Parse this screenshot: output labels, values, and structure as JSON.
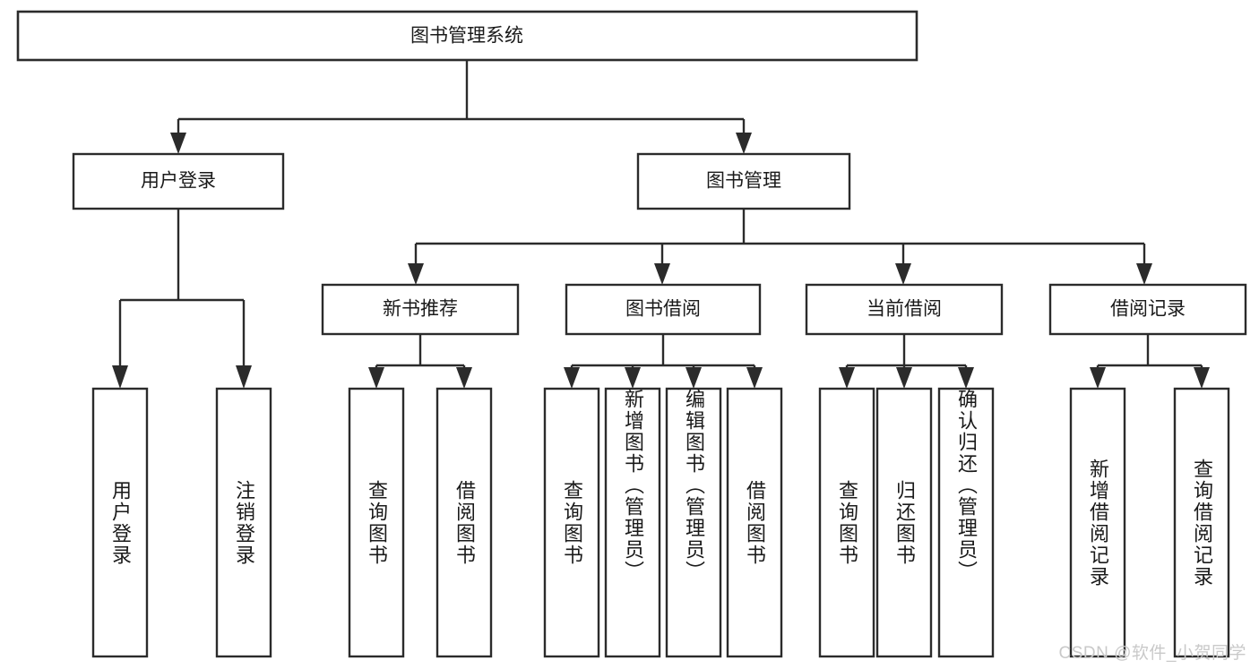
{
  "diagram": {
    "title_node": {
      "label": "图书管理系统"
    },
    "level1": [
      {
        "id": "user-login",
        "label": "用户登录"
      },
      {
        "id": "book-management",
        "label": "图书管理"
      }
    ],
    "level2": [
      {
        "id": "new-book-recommend",
        "label": "新书推荐",
        "parent": "book-management"
      },
      {
        "id": "book-borrow",
        "label": "图书借阅",
        "parent": "book-management"
      },
      {
        "id": "current-borrow",
        "label": "当前借阅",
        "parent": "book-management"
      },
      {
        "id": "borrow-record",
        "label": "借阅记录",
        "parent": "book-management"
      }
    ],
    "leaves": [
      {
        "id": "leaf-user-login",
        "label": "用户登录",
        "parent": "user-login"
      },
      {
        "id": "leaf-logout-login",
        "label": "注销登录",
        "parent": "user-login"
      },
      {
        "id": "leaf-query-book-1",
        "label": "查询图书",
        "parent": "new-book-recommend"
      },
      {
        "id": "leaf-borrow-book-1",
        "label": "借阅图书",
        "parent": "new-book-recommend"
      },
      {
        "id": "leaf-query-book-2",
        "label": "查询图书",
        "parent": "book-borrow"
      },
      {
        "id": "leaf-add-book",
        "label": "新增图书（管理员）",
        "parent": "book-borrow"
      },
      {
        "id": "leaf-edit-book",
        "label": "编辑图书（管理员）",
        "parent": "book-borrow"
      },
      {
        "id": "leaf-borrow-book-2",
        "label": "借阅图书",
        "parent": "book-borrow"
      },
      {
        "id": "leaf-query-book-3",
        "label": "查询图书",
        "parent": "current-borrow"
      },
      {
        "id": "leaf-return-book",
        "label": "归还图书",
        "parent": "current-borrow"
      },
      {
        "id": "leaf-confirm-return",
        "label": "确认归还（管理员）",
        "parent": "current-borrow"
      },
      {
        "id": "leaf-add-record",
        "label": "新增借阅记录",
        "parent": "borrow-record"
      },
      {
        "id": "leaf-query-record",
        "label": "查询借阅记录",
        "parent": "borrow-record"
      }
    ],
    "watermark": "CSDN @软件_小贺同学",
    "colors": {
      "stroke": "#2b2b2b",
      "fill": "#ffffff",
      "text": "#1a1a1a",
      "watermark": "#c9c9c9"
    }
  }
}
